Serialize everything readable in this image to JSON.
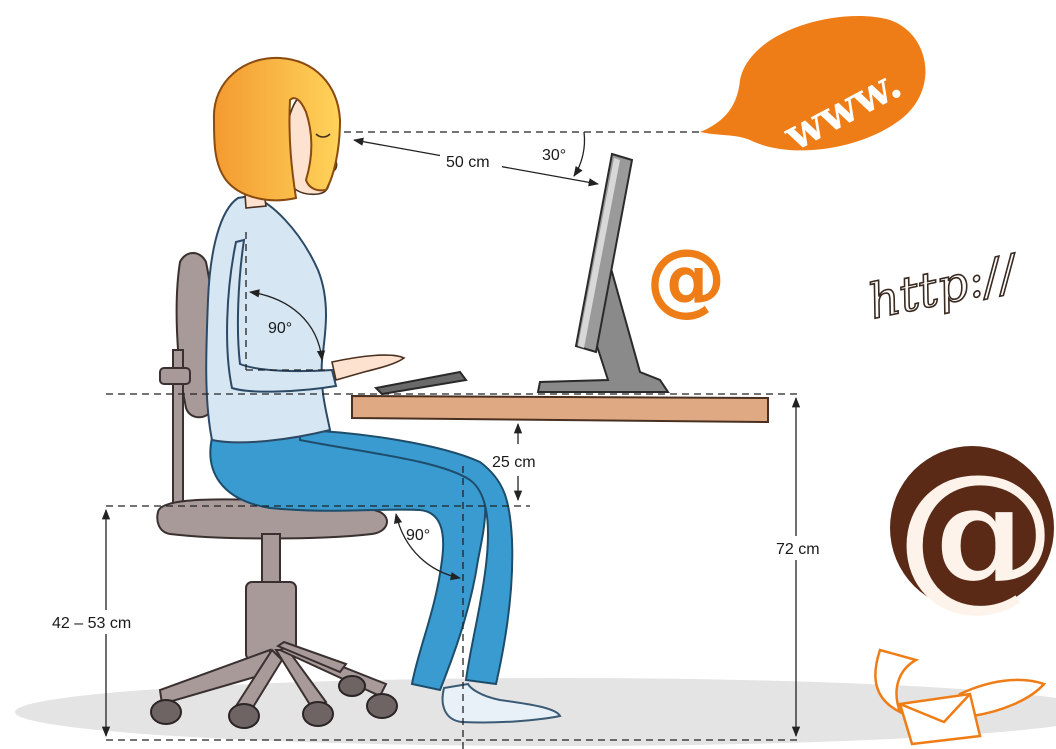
{
  "measurements": {
    "eye_to_screen": "50 cm",
    "view_angle": "30°",
    "elbow_angle": "90°",
    "knee_angle": "90°",
    "thigh_clearance": "25 cm",
    "desk_height": "72 cm",
    "seat_height": "42 – 53 cm"
  },
  "decorations": {
    "www_bubble": "www.",
    "orange_at": "@",
    "http_text": "http://",
    "brown_at": "@"
  },
  "icons": {
    "winged_envelope": "winged-envelope-icon"
  },
  "colors": {
    "hair": "#f6a033",
    "blouse": "#d6e6f3",
    "pants": "#3a9bd0",
    "chair": "#a99a9a",
    "desk": "#dfaa83",
    "monitor": "#8a8a8a",
    "orange_accent": "#ef7d17",
    "brown_at": "#5a2a17",
    "floor_shadow": "#e3e3e3"
  }
}
